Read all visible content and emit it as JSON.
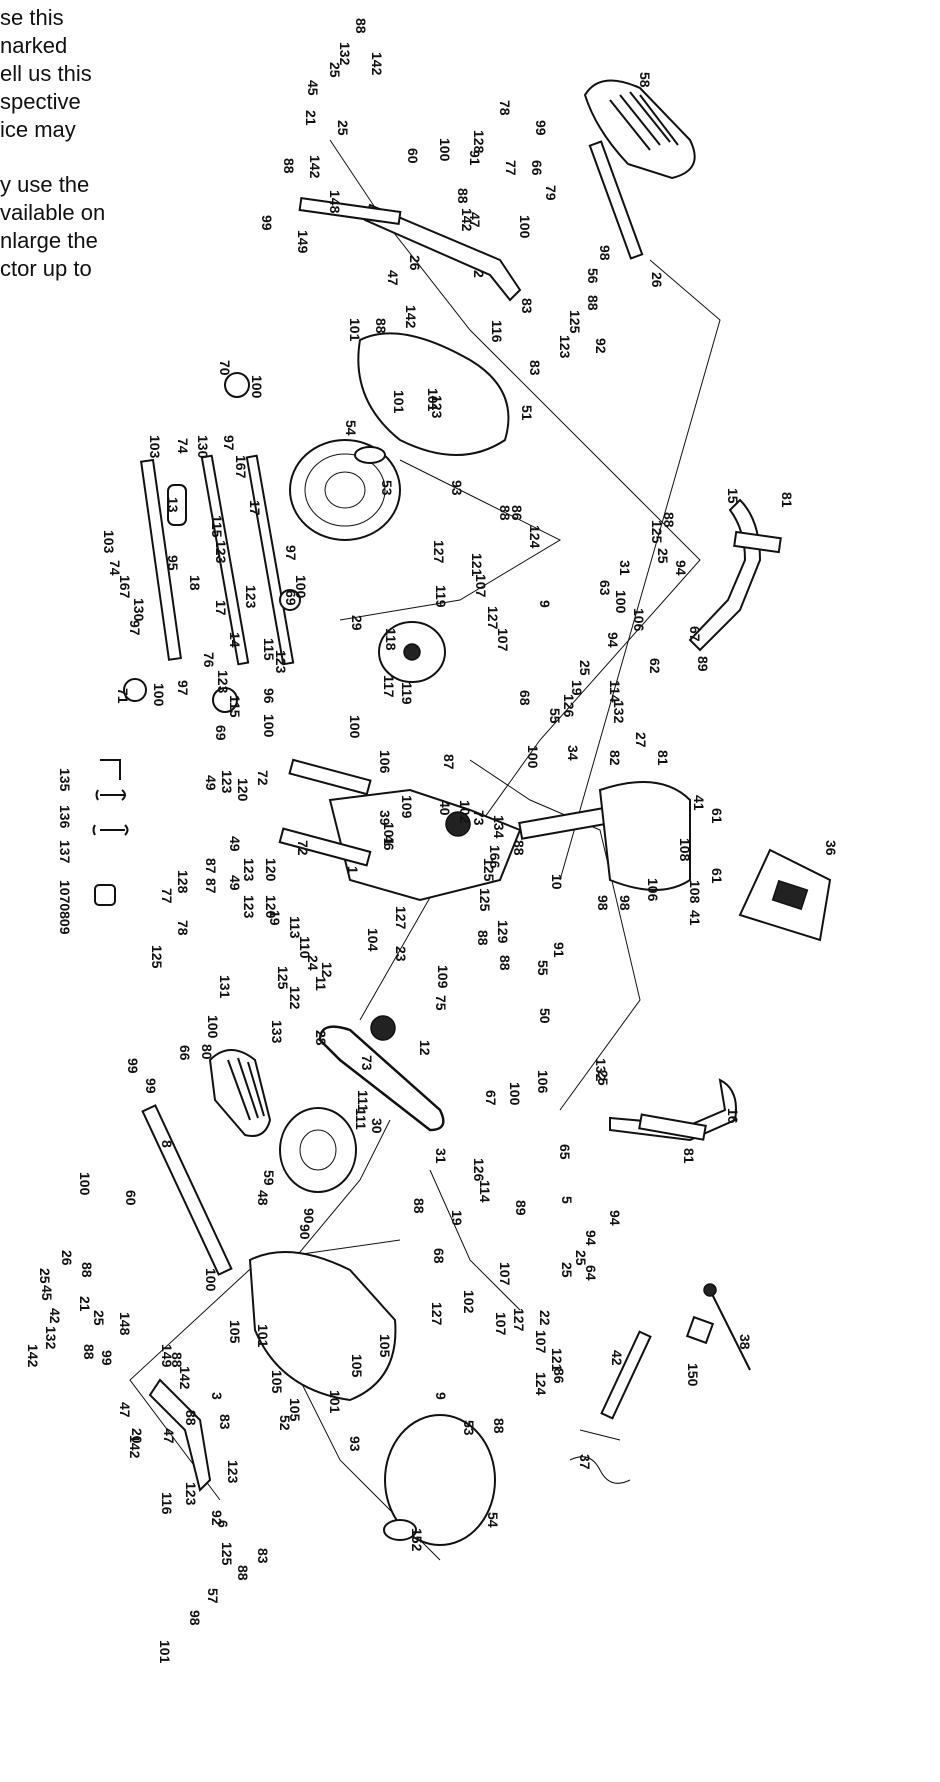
{
  "intro_lines_top": [
    "se this",
    "narked",
    "ell us this",
    "spective",
    "ice may"
  ],
  "intro_lines_bottom": [
    "y use the",
    "vailable on",
    "nlarge the",
    "ctor up to"
  ],
  "doc_number": "1070809",
  "tool_callouts": [
    "135",
    "136",
    "137"
  ],
  "callouts": [
    {
      "t": "88"
    },
    {
      "t": "132"
    },
    {
      "t": "142"
    },
    {
      "t": "25"
    },
    {
      "t": "45"
    },
    {
      "t": "21"
    },
    {
      "t": "25"
    },
    {
      "t": "88"
    },
    {
      "t": "142"
    },
    {
      "t": "148"
    },
    {
      "t": "99"
    },
    {
      "t": "149"
    },
    {
      "t": "60"
    },
    {
      "t": "100"
    },
    {
      "t": "78"
    },
    {
      "t": "128"
    },
    {
      "t": "91"
    },
    {
      "t": "77"
    },
    {
      "t": "99"
    },
    {
      "t": "66"
    },
    {
      "t": "79"
    },
    {
      "t": "100"
    },
    {
      "t": "58"
    },
    {
      "t": "88"
    },
    {
      "t": "142"
    },
    {
      "t": "47"
    },
    {
      "t": "26"
    },
    {
      "t": "2"
    },
    {
      "t": "47"
    },
    {
      "t": "142"
    },
    {
      "t": "98"
    },
    {
      "t": "56"
    },
    {
      "t": "88"
    },
    {
      "t": "26"
    },
    {
      "t": "116"
    },
    {
      "t": "83"
    },
    {
      "t": "125"
    },
    {
      "t": "123"
    },
    {
      "t": "92"
    },
    {
      "t": "88"
    },
    {
      "t": "101"
    },
    {
      "t": "101"
    },
    {
      "t": "123"
    },
    {
      "t": "83"
    },
    {
      "t": "101"
    },
    {
      "t": "51"
    },
    {
      "t": "54"
    },
    {
      "t": "53"
    },
    {
      "t": "70"
    },
    {
      "t": "100"
    },
    {
      "t": "97"
    },
    {
      "t": "103"
    },
    {
      "t": "74"
    },
    {
      "t": "130"
    },
    {
      "t": "167"
    },
    {
      "t": "13"
    },
    {
      "t": "17"
    },
    {
      "t": "115"
    },
    {
      "t": "123"
    },
    {
      "t": "95"
    },
    {
      "t": "18"
    },
    {
      "t": "123"
    },
    {
      "t": "97"
    },
    {
      "t": "69"
    },
    {
      "t": "100"
    },
    {
      "t": "103"
    },
    {
      "t": "74"
    },
    {
      "t": "167"
    },
    {
      "t": "130"
    },
    {
      "t": "97"
    },
    {
      "t": "17"
    },
    {
      "t": "76"
    },
    {
      "t": "14"
    },
    {
      "t": "115"
    },
    {
      "t": "123"
    },
    {
      "t": "96"
    },
    {
      "t": "71"
    },
    {
      "t": "100"
    },
    {
      "t": "123"
    },
    {
      "t": "115"
    },
    {
      "t": "97"
    },
    {
      "t": "69"
    },
    {
      "t": "100"
    },
    {
      "t": "93"
    },
    {
      "t": "88"
    },
    {
      "t": "86"
    },
    {
      "t": "124"
    },
    {
      "t": "127"
    },
    {
      "t": "121"
    },
    {
      "t": "107"
    },
    {
      "t": "127"
    },
    {
      "t": "107"
    },
    {
      "t": "119"
    },
    {
      "t": "9"
    },
    {
      "t": "29"
    },
    {
      "t": "118"
    },
    {
      "t": "117"
    },
    {
      "t": "119"
    },
    {
      "t": "15"
    },
    {
      "t": "81"
    },
    {
      "t": "88"
    },
    {
      "t": "125"
    },
    {
      "t": "25"
    },
    {
      "t": "94"
    },
    {
      "t": "31"
    },
    {
      "t": "106"
    },
    {
      "t": "63"
    },
    {
      "t": "100"
    },
    {
      "t": "67"
    },
    {
      "t": "94"
    },
    {
      "t": "89"
    },
    {
      "t": "62"
    },
    {
      "t": "25"
    },
    {
      "t": "19"
    },
    {
      "t": "126"
    },
    {
      "t": "114"
    },
    {
      "t": "132"
    },
    {
      "t": "55"
    },
    {
      "t": "68"
    },
    {
      "t": "100"
    },
    {
      "t": "27"
    },
    {
      "t": "81"
    },
    {
      "t": "82"
    },
    {
      "t": "106"
    },
    {
      "t": "72"
    },
    {
      "t": "120"
    },
    {
      "t": "123"
    },
    {
      "t": "49"
    },
    {
      "t": "87"
    },
    {
      "t": "109"
    },
    {
      "t": "40"
    },
    {
      "t": "102"
    },
    {
      "t": "39"
    },
    {
      "t": "46"
    },
    {
      "t": "101"
    },
    {
      "t": "73"
    },
    {
      "t": "134"
    },
    {
      "t": "166"
    },
    {
      "t": "100"
    },
    {
      "t": "34"
    },
    {
      "t": "41"
    },
    {
      "t": "61"
    },
    {
      "t": "108"
    },
    {
      "t": "36"
    },
    {
      "t": "88"
    },
    {
      "t": "125"
    },
    {
      "t": "106"
    },
    {
      "t": "10"
    },
    {
      "t": "98"
    },
    {
      "t": "108"
    },
    {
      "t": "98"
    },
    {
      "t": "61"
    },
    {
      "t": "41"
    },
    {
      "t": "87"
    },
    {
      "t": "49"
    },
    {
      "t": "123"
    },
    {
      "t": "120"
    },
    {
      "t": "87"
    },
    {
      "t": "49"
    },
    {
      "t": "123"
    },
    {
      "t": "120"
    },
    {
      "t": "72"
    },
    {
      "t": "1"
    },
    {
      "t": "127"
    },
    {
      "t": "125"
    },
    {
      "t": "129"
    },
    {
      "t": "88"
    },
    {
      "t": "88"
    },
    {
      "t": "55"
    },
    {
      "t": "91"
    },
    {
      "t": "128"
    },
    {
      "t": "77"
    },
    {
      "t": "78"
    },
    {
      "t": "125"
    },
    {
      "t": "19"
    },
    {
      "t": "113"
    },
    {
      "t": "110"
    },
    {
      "t": "24"
    },
    {
      "t": "12"
    },
    {
      "t": "11"
    },
    {
      "t": "125"
    },
    {
      "t": "122"
    },
    {
      "t": "133"
    },
    {
      "t": "104"
    },
    {
      "t": "23"
    },
    {
      "t": "109"
    },
    {
      "t": "75"
    },
    {
      "t": "12"
    },
    {
      "t": "73"
    },
    {
      "t": "50"
    },
    {
      "t": "131"
    },
    {
      "t": "100"
    },
    {
      "t": "80"
    },
    {
      "t": "66"
    },
    {
      "t": "99"
    },
    {
      "t": "99"
    },
    {
      "t": "59"
    },
    {
      "t": "28"
    },
    {
      "t": "111"
    },
    {
      "t": "111"
    },
    {
      "t": "30"
    },
    {
      "t": "48"
    },
    {
      "t": "90"
    },
    {
      "t": "90"
    },
    {
      "t": "8"
    },
    {
      "t": "132"
    },
    {
      "t": "25"
    },
    {
      "t": "106"
    },
    {
      "t": "100"
    },
    {
      "t": "67"
    },
    {
      "t": "65"
    },
    {
      "t": "16"
    },
    {
      "t": "81"
    },
    {
      "t": "31"
    },
    {
      "t": "126"
    },
    {
      "t": "114"
    },
    {
      "t": "19"
    },
    {
      "t": "89"
    },
    {
      "t": "5"
    },
    {
      "t": "94"
    },
    {
      "t": "94"
    },
    {
      "t": "64"
    },
    {
      "t": "25"
    },
    {
      "t": "25"
    },
    {
      "t": "88"
    },
    {
      "t": "68"
    },
    {
      "t": "100"
    },
    {
      "t": "60"
    },
    {
      "t": "100"
    },
    {
      "t": "26"
    },
    {
      "t": "88"
    },
    {
      "t": "25"
    },
    {
      "t": "45"
    },
    {
      "t": "21"
    },
    {
      "t": "25"
    },
    {
      "t": "42"
    },
    {
      "t": "132"
    },
    {
      "t": "142"
    },
    {
      "t": "88"
    },
    {
      "t": "148"
    },
    {
      "t": "99"
    },
    {
      "t": "149"
    },
    {
      "t": "88"
    },
    {
      "t": "142"
    },
    {
      "t": "47"
    },
    {
      "t": "20"
    },
    {
      "t": "47"
    },
    {
      "t": "142"
    },
    {
      "t": "88"
    },
    {
      "t": "3"
    },
    {
      "t": "83"
    },
    {
      "t": "116"
    },
    {
      "t": "123"
    },
    {
      "t": "123"
    },
    {
      "t": "92"
    },
    {
      "t": "6"
    },
    {
      "t": "83"
    },
    {
      "t": "125"
    },
    {
      "t": "88"
    },
    {
      "t": "57"
    },
    {
      "t": "98"
    },
    {
      "t": "101"
    },
    {
      "t": "105"
    },
    {
      "t": "101"
    },
    {
      "t": "105"
    },
    {
      "t": "105"
    },
    {
      "t": "105"
    },
    {
      "t": "101"
    },
    {
      "t": "52"
    },
    {
      "t": "105"
    },
    {
      "t": "93"
    },
    {
      "t": "127"
    },
    {
      "t": "102"
    },
    {
      "t": "107"
    },
    {
      "t": "127"
    },
    {
      "t": "107"
    },
    {
      "t": "22"
    },
    {
      "t": "107"
    },
    {
      "t": "121"
    },
    {
      "t": "86"
    },
    {
      "t": "9"
    },
    {
      "t": "124"
    },
    {
      "t": "88"
    },
    {
      "t": "53"
    },
    {
      "t": "54"
    },
    {
      "t": "152"
    },
    {
      "t": "42"
    },
    {
      "t": "150"
    },
    {
      "t": "38"
    },
    {
      "t": "37"
    }
  ]
}
